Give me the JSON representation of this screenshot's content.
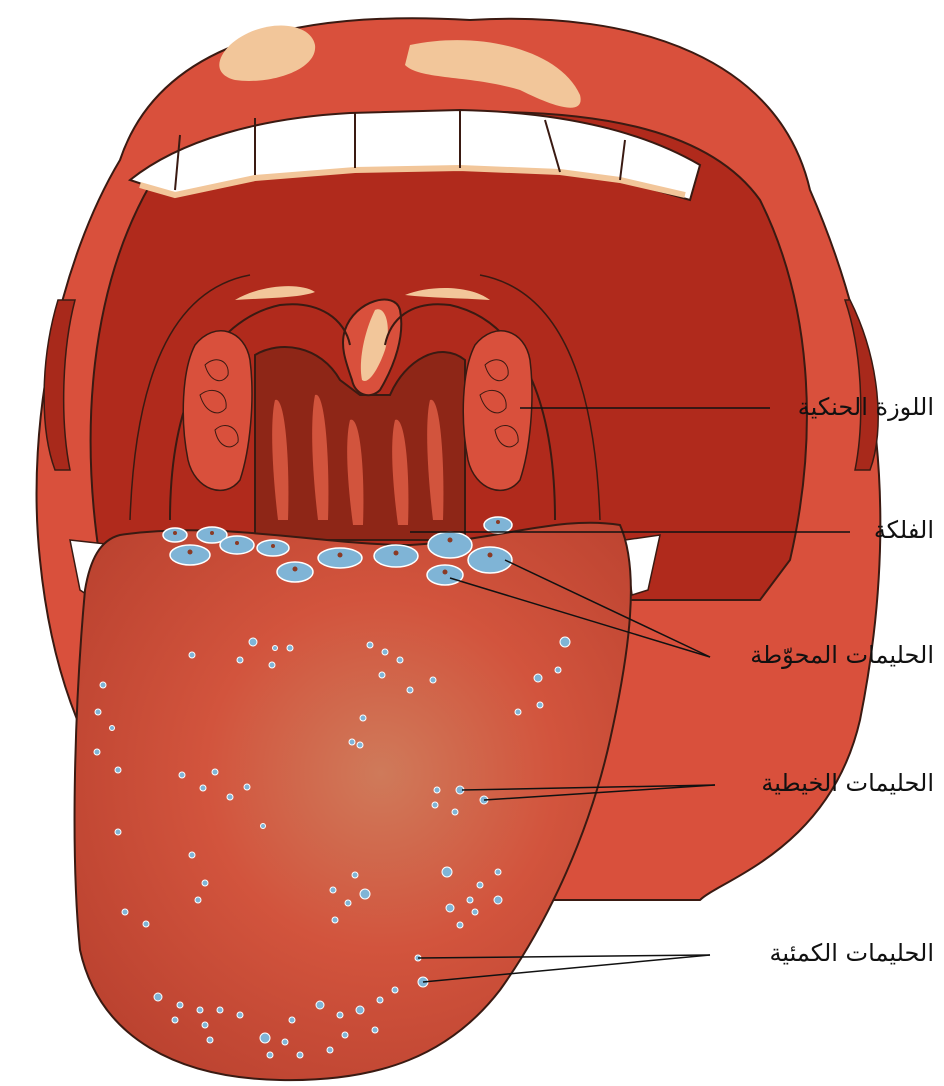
{
  "colors": {
    "lip": "#d9503c",
    "lip_outline": "#3a1a12",
    "mouth_cavity": "#b02a1c",
    "throat": "#8e2617",
    "tongue": "#d2543d",
    "papilla": "#7fb4d6",
    "papilla_dot": "#8a3b26",
    "teeth": "#ffffff",
    "gum_highlight": "#f2c69a"
  },
  "labels": {
    "palatine_tonsil": "اللوزة الحنكية",
    "uvula": "الفلكة",
    "circumvallate_papillae": "الحليمات المحوّطة",
    "filiform_papillae": "الحليمات الخيطية",
    "fungiform_papillae": "الحليمات الكمئية"
  }
}
